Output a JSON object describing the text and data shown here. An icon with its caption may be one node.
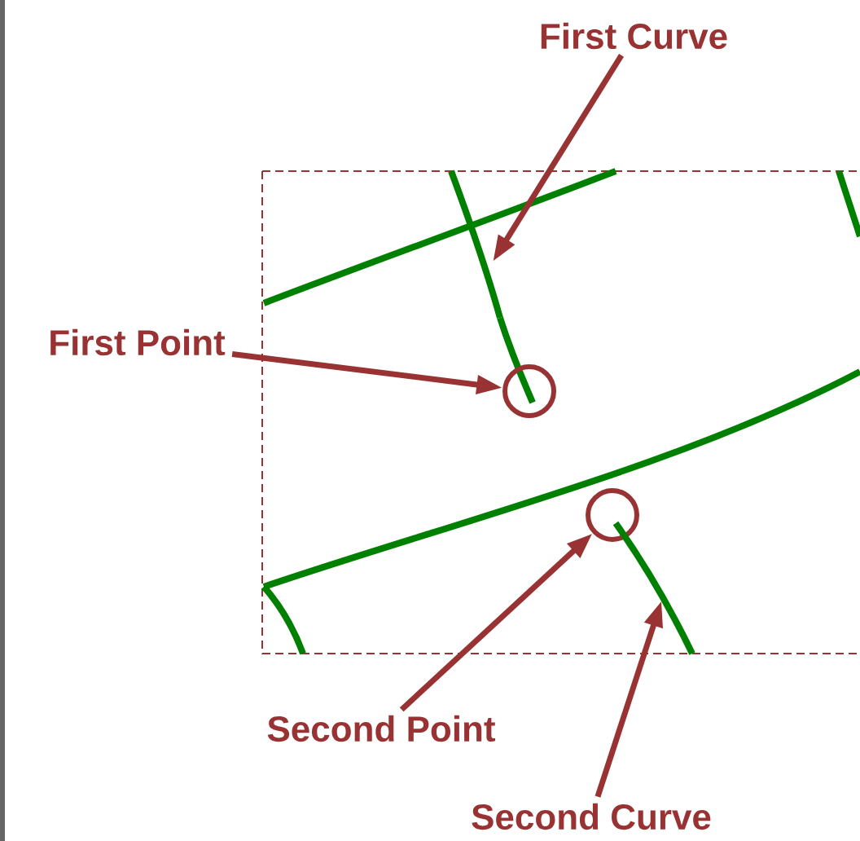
{
  "diagram": {
    "nodes": [
      {
        "text": [
          "First Curve"
        ]
      },
      {
        "text": [
          "First Point"
        ]
      },
      {
        "text": [
          "Second Point"
        ]
      },
      {
        "text": [
          "Second Curve"
        ]
      },
      {
        "text": [],
        "shape": "line"
      },
      {
        "text": [],
        "shape": "circle"
      },
      {
        "text": [],
        "shape": "circle"
      },
      {
        "text": [],
        "shape": "line"
      }
    ],
    "edges": [
      {
        "from": 0,
        "to": 4,
        "arrow": "to"
      },
      {
        "from": 1,
        "to": 5,
        "arrow": "to"
      },
      {
        "from": 2,
        "to": 6,
        "arrow": "to"
      },
      {
        "from": 3,
        "to": 7,
        "arrow": "to"
      }
    ]
  }
}
